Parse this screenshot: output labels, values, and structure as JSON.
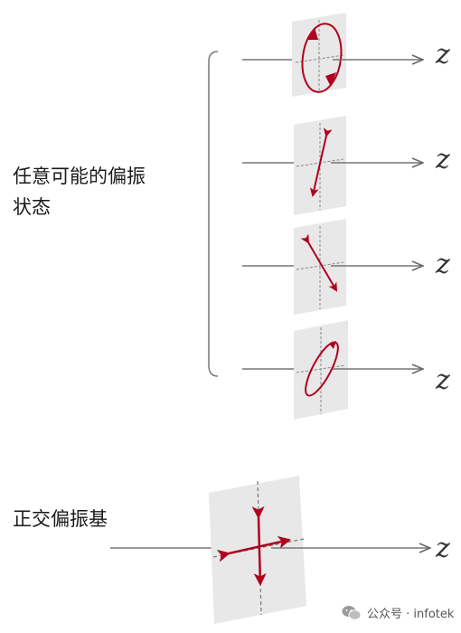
{
  "labels": {
    "arbitrary_states": [
      "任意可能的偏振",
      "状态"
    ],
    "orthogonal_basis": "正交偏振基",
    "axis": "z"
  },
  "watermark": {
    "text": "公众号 · infotek",
    "icon": "wechat-icon"
  },
  "colors": {
    "polarization": "#b0001e",
    "plane": "#e8e8e8",
    "beam": "#777777",
    "dashed_axis": "#888888"
  },
  "states": [
    {
      "polarization": "circular",
      "handedness": "counterclockwise"
    },
    {
      "polarization": "linear",
      "orientation": "tilted right"
    },
    {
      "polarization": "linear",
      "orientation": "tilted left"
    },
    {
      "polarization": "elliptical",
      "orientation": "tilted right"
    }
  ],
  "basis": {
    "polarizations": [
      "vertical",
      "horizontal"
    ]
  }
}
